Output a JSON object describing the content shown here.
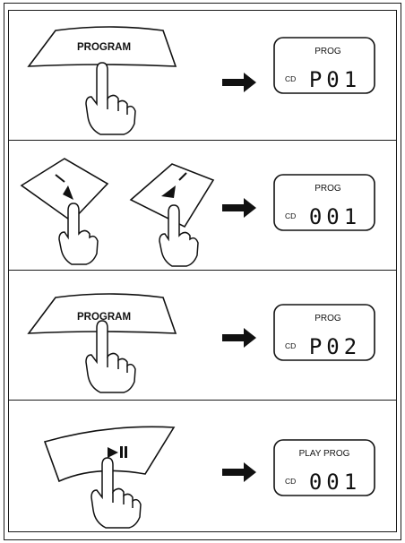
{
  "steps": [
    {
      "button": {
        "type": "program",
        "label": "PROGRAM"
      },
      "display": {
        "top_label": "PROG",
        "source": "CD",
        "digits": "P01"
      }
    },
    {
      "button": {
        "type": "skip",
        "icons": [
          "skip-previous-icon",
          "skip-next-icon"
        ]
      },
      "display": {
        "top_label": "PROG",
        "source": "CD",
        "digits": "001"
      }
    },
    {
      "button": {
        "type": "program",
        "label": "PROGRAM"
      },
      "display": {
        "top_label": "PROG",
        "source": "CD",
        "digits": "P02"
      }
    },
    {
      "button": {
        "type": "play-pause",
        "icon": "play-pause-icon"
      },
      "display": {
        "top_label": "PLAY PROG",
        "source": "CD",
        "digits": "001"
      }
    }
  ],
  "colors": {
    "ink": "#111111",
    "paper": "#ffffff",
    "arrow": "#111111"
  }
}
